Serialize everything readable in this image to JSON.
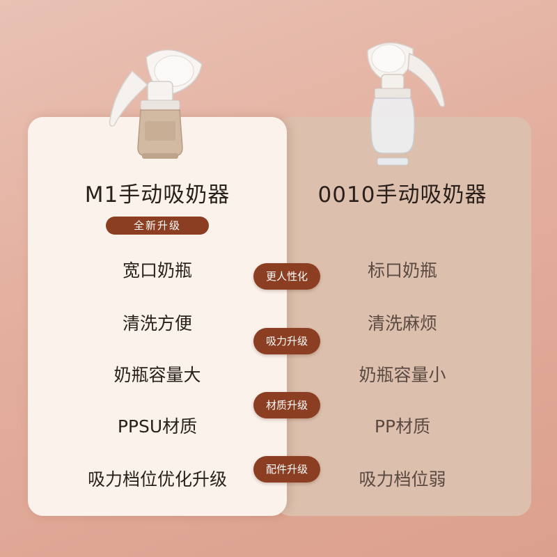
{
  "left": {
    "title": "M1手动吸奶器",
    "badge": "全新升级",
    "features": [
      "宽口奶瓶",
      "清洗方便",
      "奶瓶容量大",
      "PPSU材质",
      "吸力档位优化升级"
    ]
  },
  "right": {
    "title": "0010手动吸奶器",
    "features": [
      "标口奶瓶",
      "清洗麻烦",
      "奶瓶容量小",
      "PP材质",
      "吸力档位弱"
    ]
  },
  "center_pills": [
    "更人性化",
    "吸力升级",
    "材质升级",
    "配件升级"
  ],
  "colors": {
    "accent": "#8b3e22",
    "left_card": "#fbf2ec",
    "right_card": "#dcc0ad",
    "background": "#e3ae9d"
  }
}
